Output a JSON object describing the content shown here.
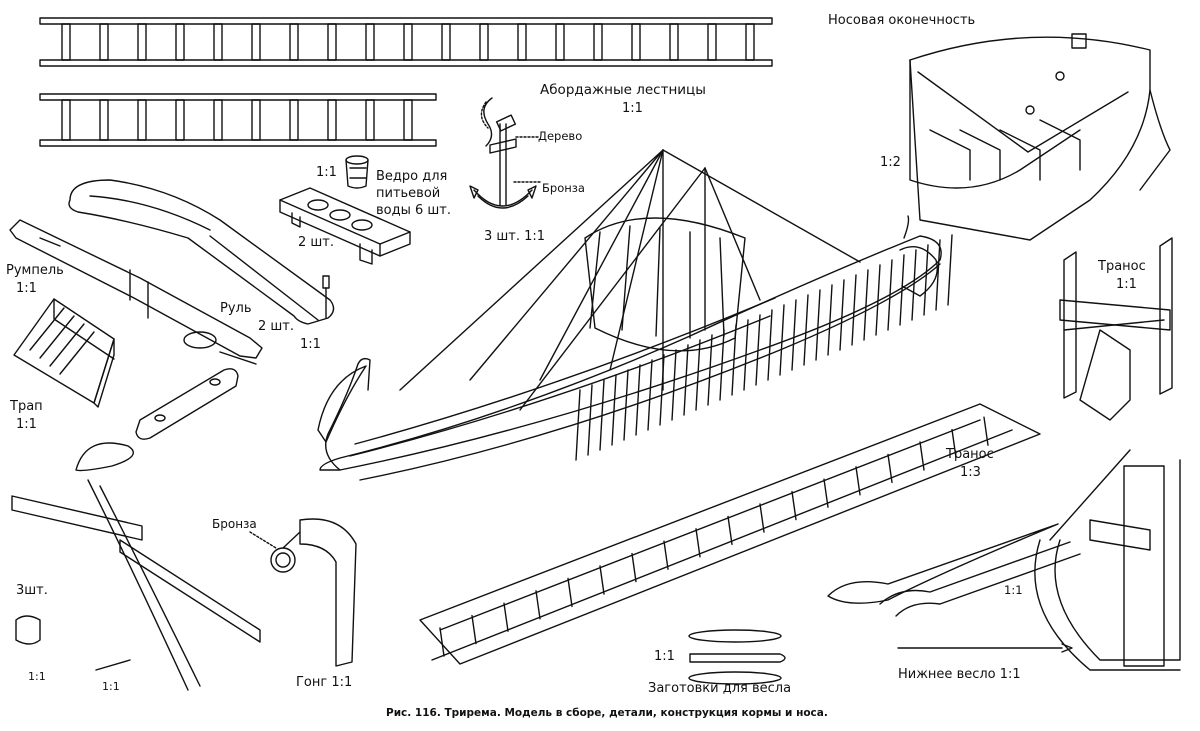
{
  "labels": {
    "bow_title": "Носовая оконечность",
    "ladders": "Абордажные лестницы",
    "ladders_scale": "1:1",
    "wood": "Дерево",
    "bronze_anchor": "Бронза",
    "anchor_qty": "3 шт. 1:1",
    "bucket_scale": "1:1",
    "bucket": "Ведро для\nпитьевой\nводы 6 шт.",
    "bench_qty": "2 шт.",
    "tiller": "Румпель",
    "tiller_scale": "1:1",
    "rudder": "Руль",
    "rudder_qty": "2 шт.",
    "rudder_scale": "1:1",
    "gangway": "Трап",
    "gangway_scale": "1:1",
    "bow_scale": "1:2",
    "thranos_top": "Транос",
    "thranos_top_scale": "1:1",
    "thranos_mid": "Транос",
    "thranos_mid_scale": "1:3",
    "bronze_gong": "Бронза",
    "gong": "Гонг 1:1",
    "three_pcs": "3шт.",
    "scale_bl1": "1:1",
    "scale_bl2": "1:1",
    "oar_blanks_scale": "1:1",
    "oar_blanks": "Заготовки для весла",
    "lower_oar_scale": "1:1",
    "lower_oar": "Нижнее весло  1:1",
    "caption": "Рис. 116. Трирема. Модель в сборе, детали, конструкция кормы и носа."
  }
}
